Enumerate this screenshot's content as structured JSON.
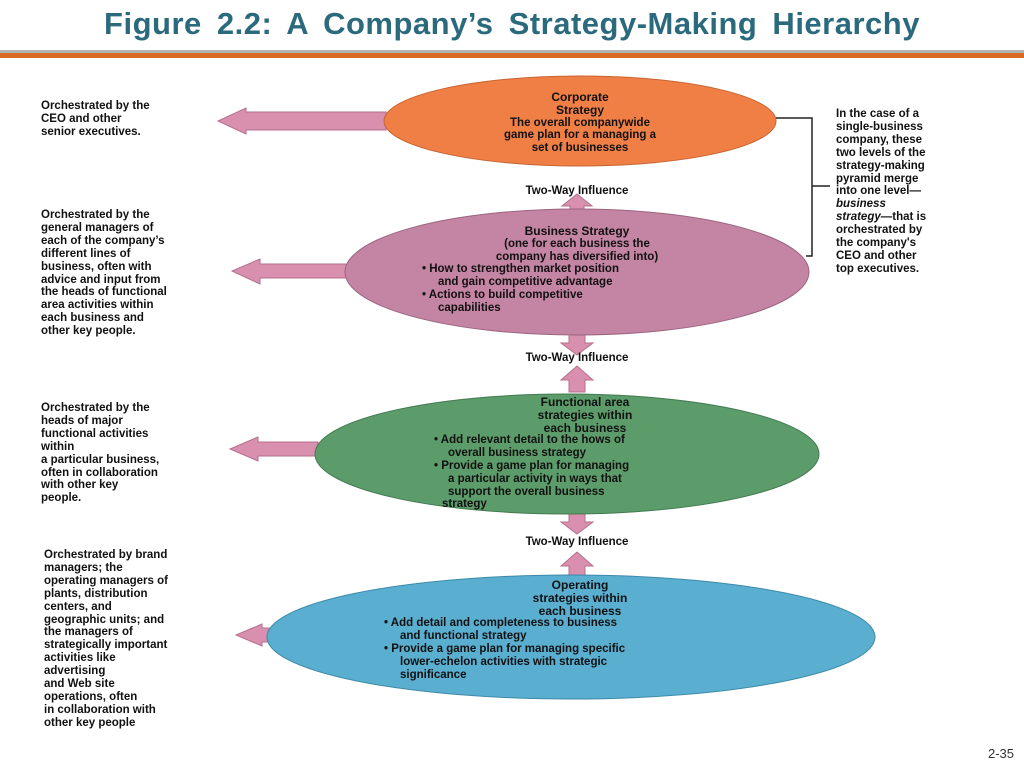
{
  "title": "Figure  2.2:  A  Company’s  Strategy-Making  Hierarchy",
  "page_number": "2-35",
  "influence_label": "Two-Way Influence",
  "colors": {
    "title": "#2b6a7d",
    "orange_rule": "#d86a23",
    "corporate": "#f07f46",
    "business": "#c484a3",
    "functional": "#5c9b6a",
    "operating": "#5aaed0",
    "arrow": "#d98fae"
  },
  "levels": {
    "corporate": {
      "title": "Corporate Strategy",
      "title_line1": "Corporate",
      "title_line2": "Strategy",
      "desc_line1": "The overall companywide",
      "desc_line2": "game plan for a managing a",
      "desc_line3": "set of businesses",
      "note": [
        "Orchestrated by the",
        "CEO and other",
        "senior executives."
      ]
    },
    "business": {
      "title": "Business Strategy",
      "sub_line1": "(one for each business the",
      "sub_line2": "company has diversified into)",
      "bullet1_line1": "• How to strengthen market position",
      "bullet1_line2": "and gain competitive advantage",
      "bullet2_line1": "• Actions to build competitive",
      "bullet2_line2": "capabilities",
      "note": [
        "Orchestrated by the",
        "general managers of",
        "each of the company’s",
        "different lines of",
        "business, often with",
        "advice and input from",
        "the heads of functional",
        "area activities within",
        "each business and",
        "other key people."
      ]
    },
    "functional": {
      "title_line1": "Functional area",
      "title_line2": "strategies within",
      "title_line3": "each business",
      "bullet1_line1": "• Add relevant detail to the hows of",
      "bullet1_line2": "overall business strategy",
      "bullet2_line1": "• Provide a game plan for managing",
      "bullet2_line2": "a particular activity in ways that",
      "bullet2_line3": "support the overall business",
      "bullet2_line4": "strategy",
      "note": [
        "Orchestrated by the",
        "heads of major",
        "functional activities",
        "within",
        "a particular business,",
        "often in collaboration",
        "with other key",
        "people."
      ]
    },
    "operating": {
      "title_line1": "Operating",
      "title_line2": "strategies within",
      "title_line3": "each business",
      "bullet1_line1": "• Add detail and completeness to business",
      "bullet1_line2": "and functional strategy",
      "bullet2_line1": "• Provide a game plan for managing specific",
      "bullet2_line2": "lower-echelon activities with strategic",
      "bullet2_line3": "significance",
      "note": [
        "Orchestrated by brand",
        "managers; the",
        "operating managers of",
        "plants, distribution",
        "centers, and",
        "geographic units; and",
        "the managers of",
        "strategically important",
        "activities like",
        "advertising",
        "and Web site",
        "operations, often",
        "in collaboration with",
        "other key people"
      ]
    }
  },
  "right_note": {
    "line1": "In the case of a",
    "line2": "single-business",
    "line3": "company, these",
    "line4": "two levels of the",
    "line5": "strategy-making",
    "line6": "pyramid merge",
    "line7": "into one level—",
    "line8_em": "business",
    "line9_em": "strategy",
    "line9_rest": "—that is",
    "line10": "orchestrated by",
    "line11": "the company's",
    "line12": "CEO and other",
    "line13": "top executives."
  }
}
